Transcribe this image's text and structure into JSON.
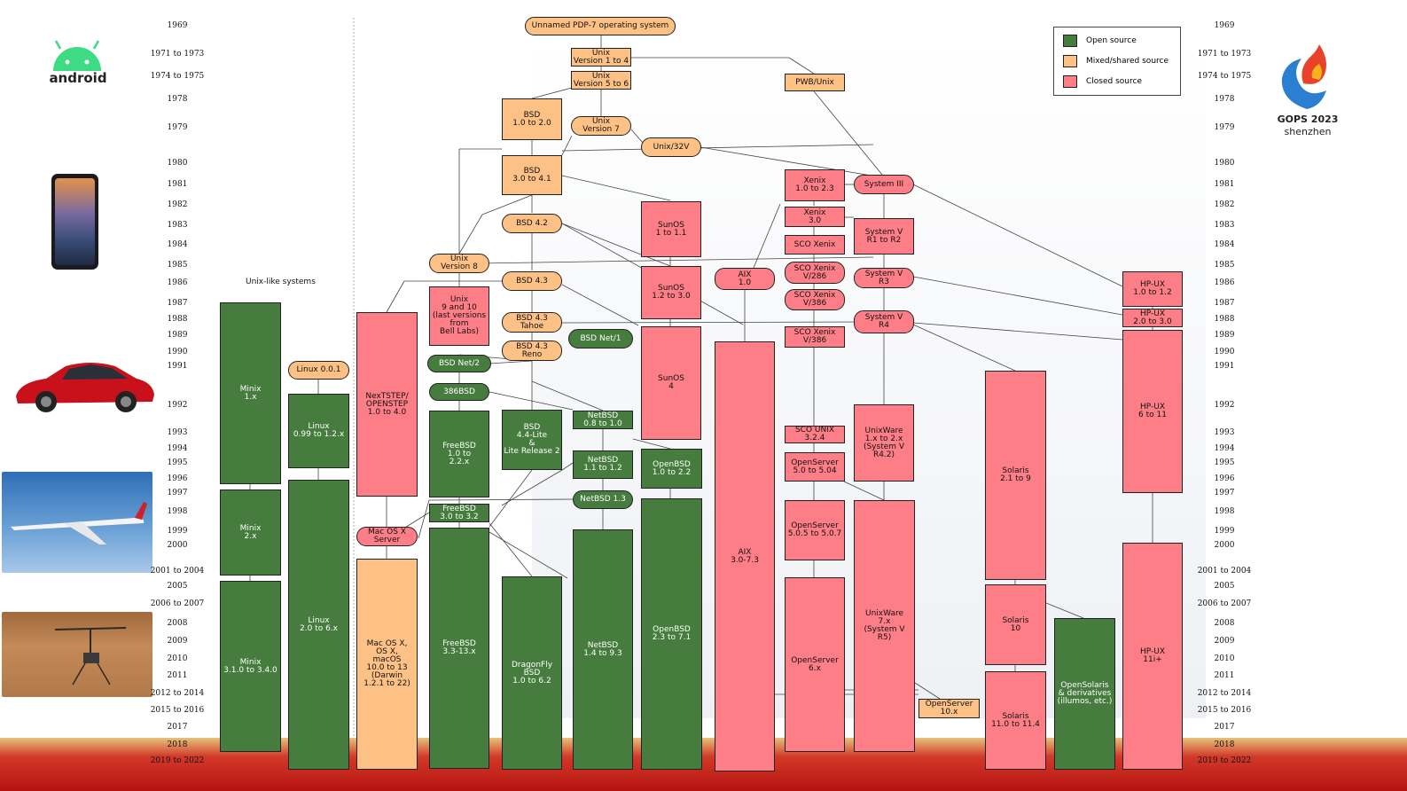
{
  "branding": {
    "android_label": "android",
    "gops_title": "GOPS 2023",
    "gops_city": "shenzhen"
  },
  "years_left": [
    "1969",
    "1971 to 1973",
    "1974 to 1975",
    "1978",
    "1979",
    "1980",
    "1981",
    "1982",
    "1983",
    "1984",
    "1985",
    "1986",
    "1987",
    "1988",
    "1989",
    "1990",
    "1991",
    "1992",
    "1993",
    "1994",
    "1995",
    "1996",
    "1997",
    "1998",
    "1999",
    "2000",
    "2001 to 2004",
    "2005",
    "2006 to 2007",
    "2008",
    "2009",
    "2010",
    "2011",
    "2012 to 2014",
    "2015 to 2016",
    "2017",
    "2018",
    "2019 to 2022"
  ],
  "years_right": [
    "1969",
    "1971 to 1973",
    "1974 to 1975",
    "1978",
    "1979",
    "1980",
    "1981",
    "1982",
    "1983",
    "1984",
    "1985",
    "1986",
    "1987",
    "1988",
    "1989",
    "1990",
    "1991",
    "1992",
    "1993",
    "1994",
    "1995",
    "1996",
    "1997",
    "1998",
    "1999",
    "2000",
    "2001 to 2004",
    "2005",
    "2006 to 2007",
    "2008",
    "2009",
    "2010",
    "2011",
    "2012 to 2014",
    "2015 to 2016",
    "2017",
    "2018",
    "2019 to 2022"
  ],
  "labels": {
    "unix_like": "Unix-like systems"
  },
  "legend": {
    "open": "Open source",
    "mixed": "Mixed/shared source",
    "closed": "Closed source",
    "colors": {
      "open": "#467c3e",
      "mixed": "#fdc186",
      "closed": "#fd7e87"
    }
  },
  "nodes": {
    "pdp7": "Unnamed PDP-7 operating system",
    "unix1_4": "Unix\nVersion 1 to 4",
    "unix5_6": "Unix\nVersion 5 to 6",
    "pwb": "PWB/Unix",
    "bsd1_2": "BSD\n1.0 to 2.0",
    "unix7": "Unix\nVersion 7",
    "unix32v": "Unix/32V",
    "bsd3_41": "BSD\n3.0 to 4.1",
    "xenix1": "Xenix\n1.0 to 2.3",
    "system3": "System III",
    "xenix3": "Xenix\n3.0",
    "sunos1": "SunOS\n1 to 1.1",
    "bsd42": "BSD 4.2",
    "sysv_r1": "System V\nR1 to R2",
    "sco_xenix": "SCO Xenix",
    "unix8": "Unix\nVersion 8",
    "sco286": "SCO Xenix\nV/286",
    "bsd43": "BSD 4.3",
    "sunos12": "SunOS\n1.2 to 3.0",
    "aix1": "AIX\n1.0",
    "sysv_r3": "System V\nR3",
    "hpux1": "HP-UX\n1.0 to 1.2",
    "unix9": "Unix\n9 and 10\n(last versions\nfrom\nBell Labs)",
    "sco386": "SCO Xenix\nV/386",
    "bsd43tahoe": "BSD 4.3\nTahoe",
    "sysv_r4": "System V\nR4",
    "hpux2": "HP-UX\n2.0 to 3.0",
    "bsdnet1": "BSD Net/1",
    "sco386b": "SCO Xenix\nV/386",
    "bsd43reno": "BSD 4.3\nReno",
    "bsdnet2": "BSD Net/2",
    "minix1": "Minix\n1.x",
    "linux001": "Linux 0.0.1",
    "nextstep": "NexTSTEP/\nOPENSTEP\n1.0 to 4.0",
    "bsd386": "386BSD",
    "sunos4": "SunOS\n4",
    "linux099": "Linux\n0.99 to 1.2.x",
    "freebsd1": "FreeBSD\n1.0 to\n2.2.x",
    "bsd44": "BSD\n4.4-Lite\n&\nLite Release 2",
    "netbsd08": "NetBSD\n0.8 to 1.0",
    "hpux6": "HP-UX\n6 to 11",
    "sco_unix": "SCO UNIX\n3.2.4",
    "unixware1": "UnixWare\n1.x to 2.x\n(System V\nR4.2)",
    "openbsd1": "OpenBSD\n1.0 to 2.2",
    "netbsd11": "NetBSD\n1.1 to 1.2",
    "openserver5": "OpenServer\n5.0 to 5.04",
    "solaris2": "Solaris\n2.1 to 9",
    "netbsd13": "NetBSD 1.3",
    "freebsd3": "FreeBSD\n3.0 to 3.2",
    "minix2": "Minix\n2.x",
    "macosx_server": "Mac OS X\nServer",
    "openserver505": "OpenServer\n5.0.5 to 5.0.7",
    "aix3": "AIX\n3.0-7.3",
    "linux2": "Linux\n2.0 to 6.x",
    "macosx": "Mac OS X,\nOS X,\nmacOS\n10.0 to 13\n(Darwin\n1.2.1 to 22)",
    "freebsd33": "FreeBSD\n3.3-13.x",
    "dragonfly": "DragonFly\nBSD\n1.0 to 6.2",
    "netbsd14": "NetBSD\n1.4 to 9.3",
    "openbsd23": "OpenBSD\n2.3 to 7.1",
    "openserver6": "OpenServer\n6.x",
    "unixware7": "UnixWare\n7.x\n(System V\nR5)",
    "solaris10": "Solaris\n10",
    "opensolaris": "OpenSolaris\n& derivatives\n(illumos, etc.)",
    "hpux11i": "HP-UX\n11i+",
    "minix3": "Minix\n3.1.0 to 3.4.0",
    "openserver10": "OpenServer\n10.x",
    "solaris11": "Solaris\n11.0 to 11.4"
  },
  "pictures": [
    "android-robot",
    "smartphone",
    "red-electric-car",
    "airliner",
    "mars-helicopter",
    "gops-flame-logo"
  ]
}
